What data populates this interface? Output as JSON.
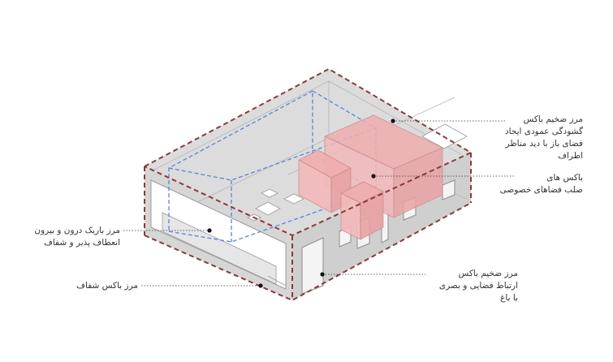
{
  "colors": {
    "thick_border": "#8a3a3a",
    "inner_box": "#5b84d6",
    "private_box_fill": "#f3b4b6",
    "body_fill": "#d9d9d9",
    "leader": "#333333"
  },
  "labels": [
    {
      "id": "thick-open",
      "lines": [
        "مرز ضخیم باکس",
        "گشودگی عمودی ایجاد",
        "فضای باز با دید مناظر",
        "اطراف"
      ]
    },
    {
      "id": "solid-boxes",
      "lines": [
        "باکس های",
        "صلب فضاهای خصوصی"
      ]
    },
    {
      "id": "thin-border",
      "lines": [
        "مرز باریک درون و بیرون",
        "انعطاف پذیر و شفاف"
      ]
    },
    {
      "id": "transparent",
      "lines": [
        "مرز باکس شفاف"
      ]
    },
    {
      "id": "thick-garden",
      "lines": [
        "مرز ضخیم باکس",
        "ارتباط فضایی و بصری",
        "با باغ"
      ]
    }
  ]
}
